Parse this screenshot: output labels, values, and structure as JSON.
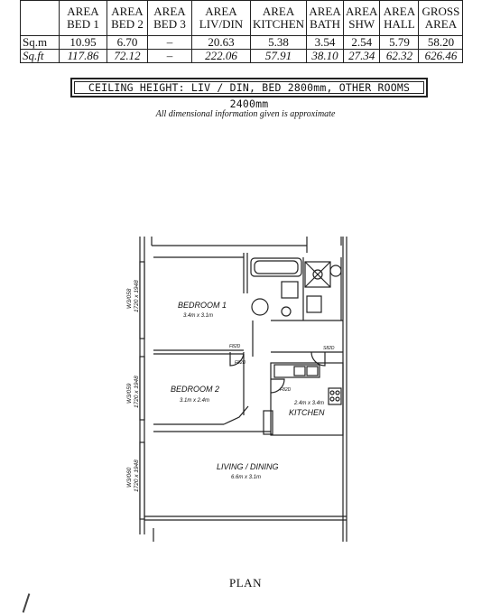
{
  "table": {
    "headers": [
      "",
      "AREA\nBED 1",
      "AREA\nBED 2",
      "AREA\nBED 3",
      "AREA\nLIV/DIN",
      "AREA\nKITCHEN",
      "AREA\nBATH",
      "AREA\nSHW",
      "AREA\nHALL",
      "GROSS\nAREA"
    ],
    "header_lines": [
      [
        "AREA",
        "BED 1"
      ],
      [
        "AREA",
        "BED 2"
      ],
      [
        "AREA",
        "BED 3"
      ],
      [
        "AREA",
        "LIV/DIN"
      ],
      [
        "AREA",
        "KITCHEN"
      ],
      [
        "AREA",
        "BATH"
      ],
      [
        "AREA",
        "SHW"
      ],
      [
        "AREA",
        "HALL"
      ],
      [
        "GROSS",
        "AREA"
      ]
    ],
    "rows": [
      {
        "label": "Sq.m",
        "values": [
          "10.95",
          "6.70",
          "–",
          "20.63",
          "5.38",
          "3.54",
          "2.54",
          "5.79",
          "58.20"
        ]
      },
      {
        "label": "Sq.ft",
        "values": [
          "117.86",
          "72.12",
          "–",
          "222.06",
          "57.91",
          "38.10",
          "27.34",
          "62.32",
          "626.46"
        ]
      }
    ]
  },
  "ceiling_note": "CEILING HEIGHT: LIV / DIN, BED 2800mm, OTHER ROOMS 2400mm",
  "disclaimer": "All dimensional information given is approximate",
  "plan": {
    "rooms": {
      "bedroom1": {
        "name": "BEDROOM 1",
        "dims": "3.4m x 3.1m"
      },
      "bedroom2": {
        "name": "BEDROOM 2",
        "dims": "3.1m x 2.4m"
      },
      "kitchen": {
        "name": "KITCHEN",
        "dims": "2.4m x 3.4m"
      },
      "living": {
        "name": "LIVING / DINING",
        "dims": "6.6m x 3.1m"
      }
    },
    "window_labels": {
      "w1": "W3/058",
      "w1_size": "1720 x 1948",
      "w2": "W3/059",
      "w2_size": "1720 x 1948",
      "w3": "W3/060",
      "w3_size": "1720 x 1948"
    },
    "door_labels": {
      "d1": "F82D",
      "d2": "F82D",
      "d3": "S82D",
      "d4": "F82D"
    }
  },
  "plan_label": "PLAN"
}
